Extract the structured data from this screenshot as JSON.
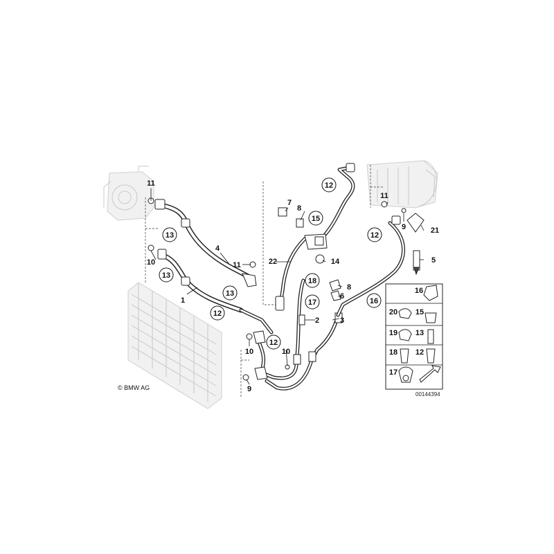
{
  "diagram": {
    "copyright": "© BMW AG",
    "image_number": "00144394",
    "callouts": {
      "c1": "1",
      "c2": "2",
      "c3": "3",
      "c4": "4",
      "c5": "5",
      "c6": "6",
      "c7": "7",
      "c8a": "8",
      "c8b": "8",
      "c9a": "9",
      "c9b": "9",
      "c10a": "10",
      "c10b": "10",
      "c10c": "10",
      "c11a": "11",
      "c11b": "11",
      "c11c": "11",
      "c12a": "12",
      "c12b": "12",
      "c12c": "12",
      "c12d": "12",
      "c13a": "13",
      "c13b": "13",
      "c13c": "13",
      "c14": "14",
      "c15": "15",
      "c16": "16",
      "c17": "17",
      "c18": "18",
      "c21": "21",
      "c22": "22"
    },
    "legend": {
      "l16": "16",
      "l20": "20",
      "l15": "15",
      "l19": "19",
      "l13": "13",
      "l18": "18",
      "l12": "12",
      "l17": "17"
    }
  }
}
